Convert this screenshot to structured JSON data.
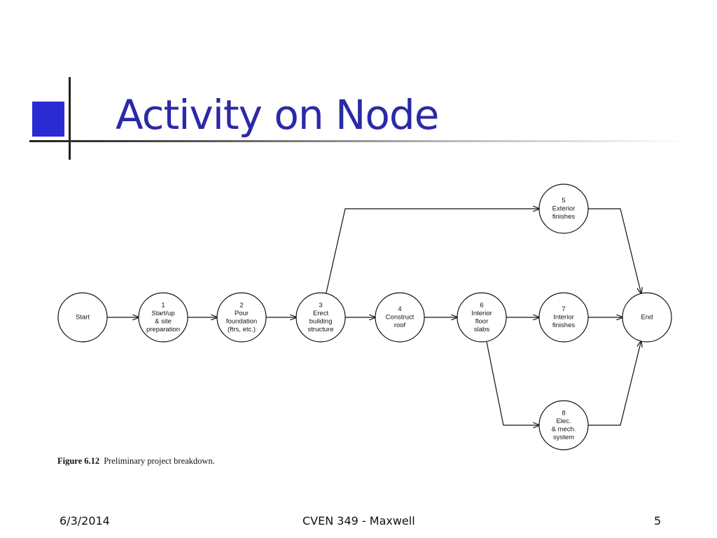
{
  "slide": {
    "title": "Activity on Node",
    "caption_label": "Figure 6.12",
    "caption_text": "Preliminary project breakdown.",
    "footer_date": "6/3/2014",
    "footer_course": "CVEN 349 - Maxwell",
    "footer_page": "5"
  },
  "diagram": {
    "nodes": [
      {
        "id": "start",
        "lines": [
          "Start"
        ]
      },
      {
        "id": "1",
        "lines": [
          "1",
          "Start/up",
          "& site",
          "preparation"
        ]
      },
      {
        "id": "2",
        "lines": [
          "2",
          "Pour",
          "foundation",
          "(ftrs, etc.)"
        ]
      },
      {
        "id": "3",
        "lines": [
          "3",
          "Erect",
          "building",
          "structure"
        ]
      },
      {
        "id": "4",
        "lines": [
          "4",
          "Construct",
          "roof"
        ]
      },
      {
        "id": "6",
        "lines": [
          "6",
          "Interior",
          "floor",
          "slabs"
        ]
      },
      {
        "id": "7",
        "lines": [
          "7",
          "Interior",
          "finishes"
        ]
      },
      {
        "id": "end",
        "lines": [
          "End"
        ]
      },
      {
        "id": "5",
        "lines": [
          "5",
          "Exterior",
          "finishes"
        ]
      },
      {
        "id": "8",
        "lines": [
          "8",
          "Elec.",
          "& mech.",
          "system"
        ]
      }
    ],
    "edges": [
      [
        "start",
        "1"
      ],
      [
        "1",
        "2"
      ],
      [
        "2",
        "3"
      ],
      [
        "3",
        "4"
      ],
      [
        "4",
        "6"
      ],
      [
        "6",
        "7"
      ],
      [
        "7",
        "end"
      ],
      [
        "3",
        "5"
      ],
      [
        "5",
        "end"
      ],
      [
        "6",
        "8"
      ],
      [
        "8",
        "end"
      ]
    ]
  }
}
